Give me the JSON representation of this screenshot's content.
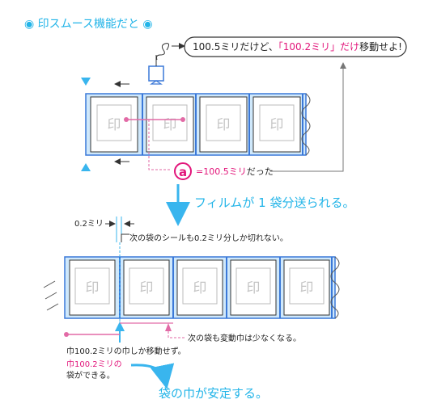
{
  "title": "◉ 印スムース機能だと ◉",
  "speech": {
    "part1": "100.5ミリだけど、",
    "part2": "「100.2ミリ」だけ",
    "part3": "移動せよ!"
  },
  "stamp_char": "印",
  "marker_a": "a",
  "measure_a_value": "=100.5ミリ",
  "measure_a_suffix": "だった",
  "film_moves": "フィルムが 1 袋分送られる。",
  "gap_label": "0.2ミリ",
  "gap_note": "次の袋のシールも0.2ミリ分しか切れない。",
  "next_bag_note": "次の袋も変動巾は少なくなる。",
  "move_note": "巾100.2ミリの巾しか移動せず。",
  "result_red": "巾100.2ミリの",
  "result_black": "袋ができる。",
  "conclusion": "袋の巾が安定する。",
  "colors": {
    "title_cyan": "#22b4e8",
    "blue_stroke": "#3a78d8",
    "blue_fill": "#cfe8fb",
    "pink": "#e26aa6",
    "red": "#e2157a",
    "gray": "#888888"
  }
}
